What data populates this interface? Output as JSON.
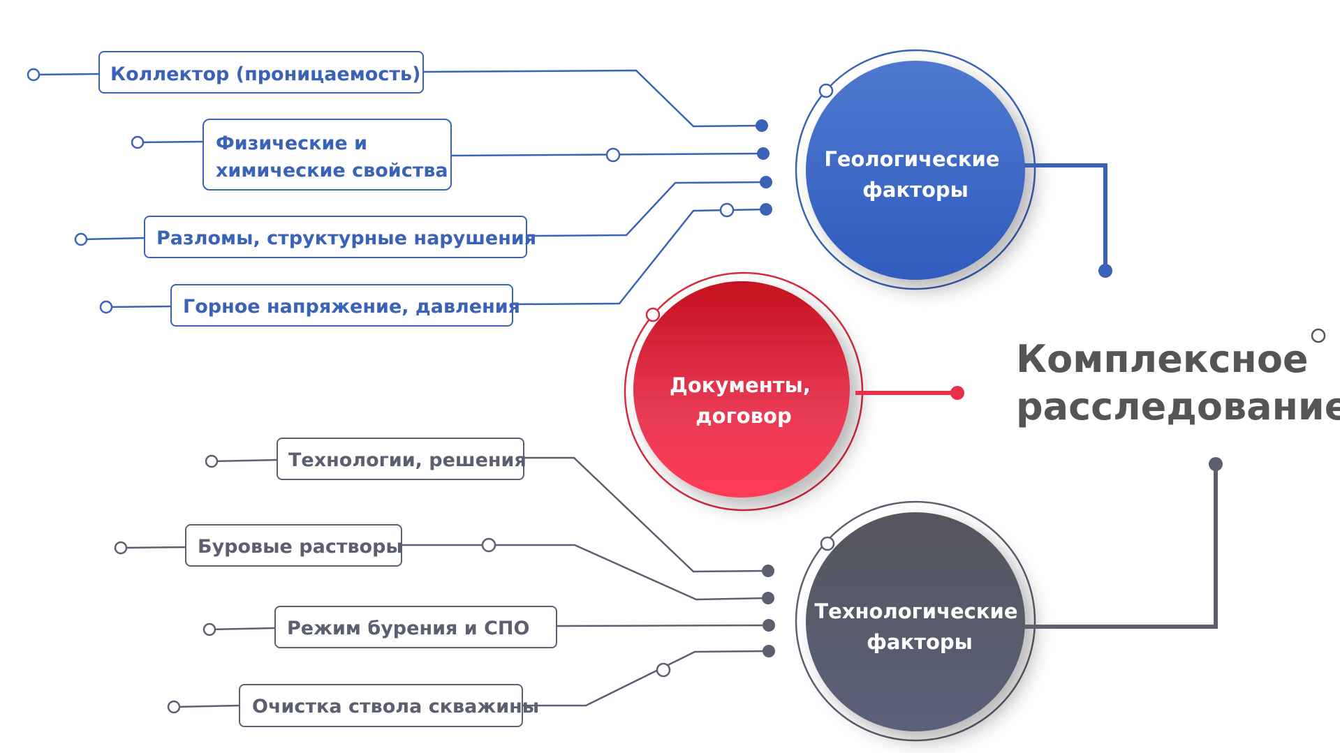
{
  "colors": {
    "blue": "#3a63b8",
    "red": "#e8304a",
    "gray": "#5c5f70",
    "title": "#555555"
  },
  "geological": {
    "circle_lines": [
      "Геологические",
      "факторы"
    ],
    "items": [
      "Коллектор (проницаемость)",
      [
        "Физические и",
        "химические свойства"
      ],
      "Разломы, структурные нарушения",
      "Горное напряжение, давления"
    ]
  },
  "documents": {
    "circle_lines": [
      "Документы,",
      "договор"
    ]
  },
  "technological": {
    "circle_lines": [
      "Технологические",
      "факторы"
    ],
    "items": [
      "Технологии, решения",
      "Буровые растворы",
      "Режим бурения и СПО",
      "Очистка ствола скважины"
    ]
  },
  "title_lines": [
    "Комплексное",
    "расследование"
  ]
}
